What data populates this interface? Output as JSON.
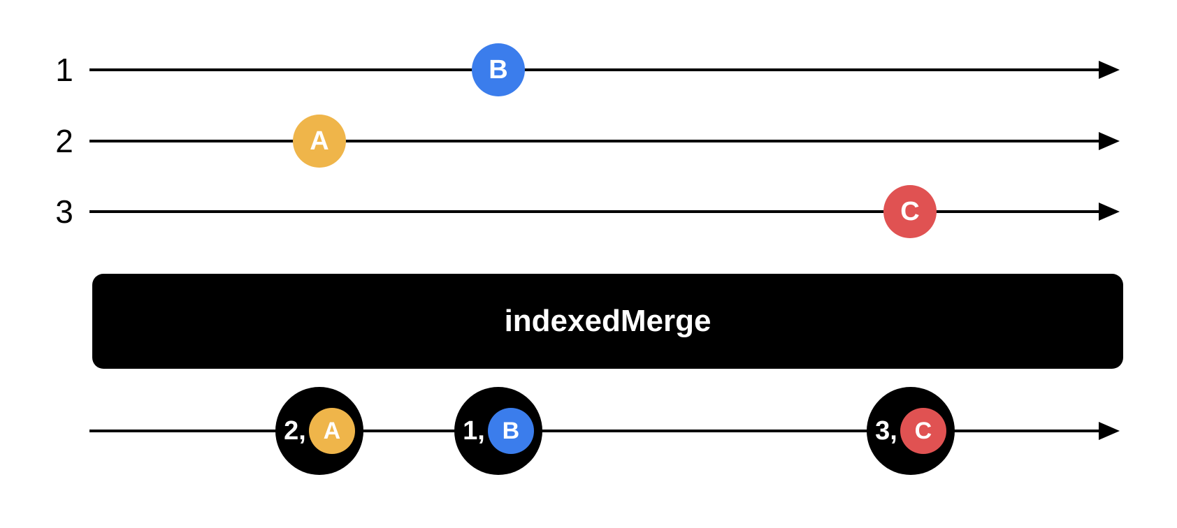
{
  "diagram": {
    "line_color": "#000000",
    "input_streams": [
      {
        "label": "1",
        "marble": {
          "value": "B",
          "color": "#3B7DEC"
        }
      },
      {
        "label": "2",
        "marble": {
          "value": "A",
          "color": "#EFB54A"
        }
      },
      {
        "label": "3",
        "marble": {
          "value": "C",
          "color": "#E05252"
        }
      }
    ],
    "operator": {
      "label": "indexedMerge",
      "background": "#000000",
      "text_color": "#FFFFFF"
    },
    "output_stream": {
      "marbles": [
        {
          "index_label": "2,",
          "value": "A",
          "color": "#EFB54A"
        },
        {
          "index_label": "1,",
          "value": "B",
          "color": "#3B7DEC"
        },
        {
          "index_label": "3,",
          "value": "C",
          "color": "#E05252"
        }
      ]
    }
  }
}
